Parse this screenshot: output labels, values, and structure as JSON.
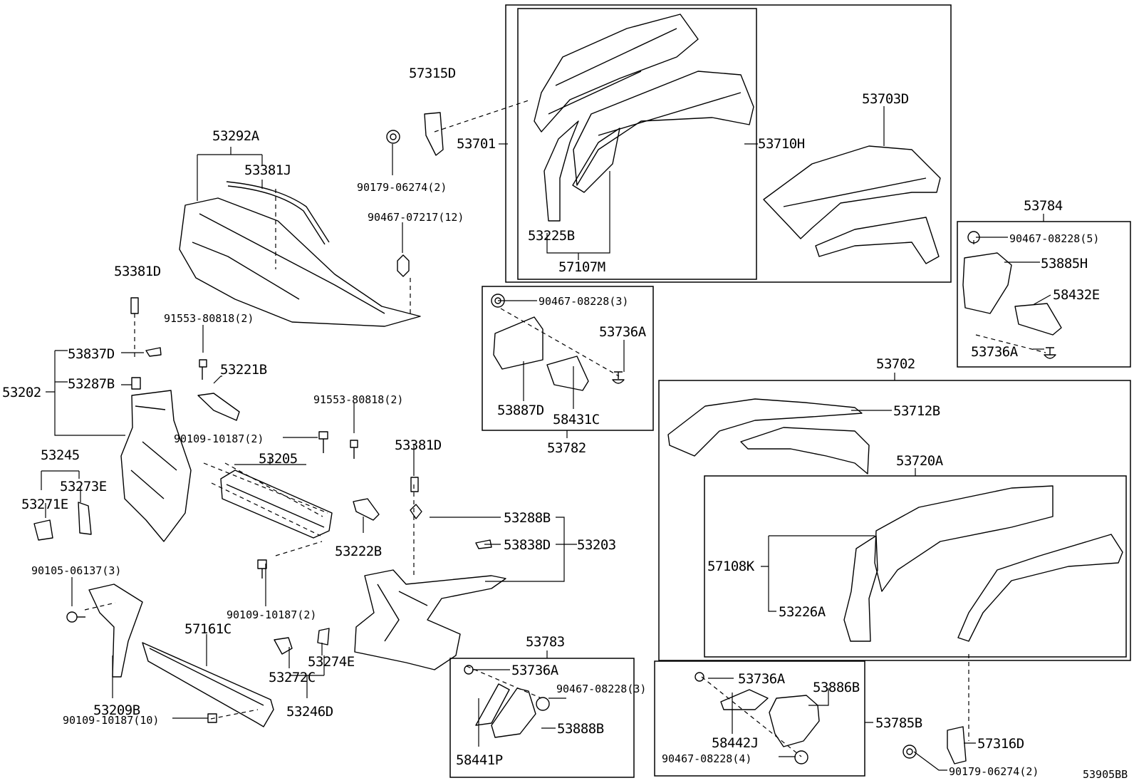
{
  "diagram_id": "53905BB",
  "labels": {
    "p57315D": "57315D",
    "p90179_06274_2_top": "90179-06274(2)",
    "p90467_07217_12": "90467-07217(12)",
    "p53292A": "53292A",
    "p53381J": "53381J",
    "p53381D_left": "53381D",
    "p91553_80818_2_a": "91553-80818(2)",
    "p53221B": "53221B",
    "p53837D": "53837D",
    "p53287B": "53287B",
    "p53202": "53202",
    "p53245": "53245",
    "p53273E": "53273E",
    "p53271E": "53271E",
    "p90109_10187_2_a": "90109-10187(2)",
    "p53205": "53205",
    "p91553_80818_2_b": "91553-80818(2)",
    "p53222B": "53222B",
    "p53381D_mid": "53381D",
    "p53288B": "53288B",
    "p53838D": "53838D",
    "p53203": "53203",
    "p90105_06137_3": "90105-06137(3)",
    "p90109_10187_2_b": "90109-10187(2)",
    "p57161C": "57161C",
    "p53274E": "53274E",
    "p53272C": "53272C",
    "p53246D": "53246D",
    "p53209B": "53209B",
    "p90109_10187_10": "90109-10187(10)",
    "p53701": "53701",
    "p53710H": "53710H",
    "p53703D": "53703D",
    "p53225B": "53225B",
    "p57107M": "57107M",
    "p90467_08228_3_a": "90467-08228(3)",
    "p53736A_a": "53736A",
    "p53887D": "53887D",
    "p58431C": "58431C",
    "p53782": "53782",
    "p53784": "53784",
    "p90467_08228_5": "90467-08228(5)",
    "p53885H": "53885H",
    "p58432E": "58432E",
    "p53736A_b": "53736A",
    "p53702": "53702",
    "p53712B": "53712B",
    "p53720A": "53720A",
    "p57108K": "57108K",
    "p53226A": "53226A",
    "p53783": "53783",
    "p53736A_c": "53736A",
    "p90467_08228_3_b": "90467-08228(3)",
    "p53888B": "53888B",
    "p58441P": "58441P",
    "p53736A_d": "53736A",
    "p53886B": "53886B",
    "p53785B": "53785B",
    "p58442J": "58442J",
    "p90467_08228_4": "90467-08228(4)",
    "p57316D": "57316D",
    "p90179_06274_2_bot": "90179-06274(2)"
  }
}
